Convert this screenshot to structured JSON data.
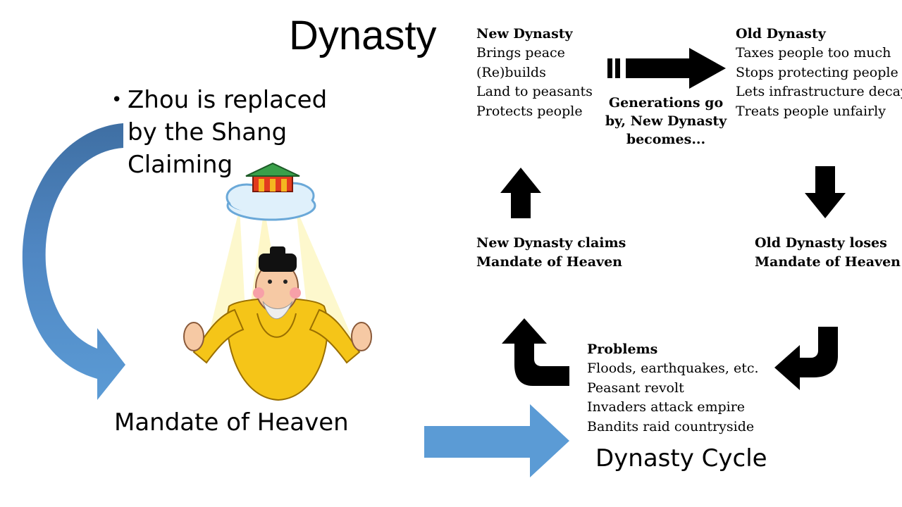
{
  "slide": {
    "title": "Dynasty",
    "bullet": {
      "lines": [
        "Zhou is replaced",
        "by the  Shang",
        "Claiming"
      ]
    },
    "left_caption": "Mandate of Heaven",
    "right_caption": "Dynasty Cycle"
  },
  "cycle": {
    "new_dynasty": {
      "heading": "New Dynasty",
      "items": [
        "Brings peace",
        "(Re)builds",
        "Land to peasants",
        "Protects people"
      ]
    },
    "old_dynasty": {
      "heading": "Old Dynasty",
      "items": [
        "Taxes people too much",
        "Stops protecting people",
        "Lets infrastructure decay",
        "Treats people unfairly"
      ]
    },
    "transition_note": [
      "Generations go",
      "by, New Dynasty",
      "becomes..."
    ],
    "new_claims": [
      "New Dynasty claims",
      "Mandate of Heaven"
    ],
    "old_loses": [
      "Old Dynasty loses",
      "Mandate of Heaven"
    ],
    "problems": {
      "heading": "Problems",
      "items": [
        "Floods, earthquakes, etc.",
        "Peasant revolt",
        "Invaders attack empire",
        "Bandits raid countryside"
      ]
    }
  },
  "colors": {
    "blue_arrow": "#5b9bd5",
    "blue_arrow_dark": "#3f6fa3",
    "robe": "#f5c518",
    "cloud": "#dff0fb"
  }
}
